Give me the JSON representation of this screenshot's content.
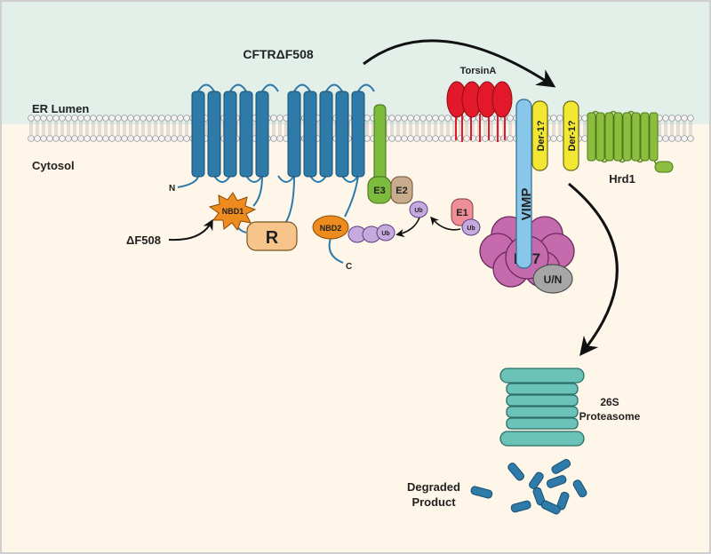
{
  "regions": {
    "lumen_label": "ER Lumen",
    "cytosol_label": "Cytosol"
  },
  "colors": {
    "lumen": "#e3efe9",
    "cytosol": "#fdf6e9",
    "cftr": "#2e7aa8",
    "e3": "#7dbb3c",
    "e2": "#c9ab8e",
    "e1": "#ee8f98",
    "ub": "#c6a9de",
    "torsin": "#e2192b",
    "vimp": "#89c7ea",
    "der": "#f2e733",
    "hrd1": "#8cbd3e",
    "p97": "#c66aae",
    "un": "#a6a6a6",
    "proteasome": "#6bc2b8",
    "nbd": "#ee8b1e",
    "r_domain": "#f7c48b",
    "fragments": "#2e7aa8"
  },
  "cftr": {
    "title": "CFTRΔF508",
    "n_terminus": "N",
    "c_terminus": "C",
    "nbd1": "NBD1",
    "nbd2": "NBD2",
    "r_domain": "R",
    "mutation": "ΔF508"
  },
  "ubiquitination": {
    "e3": "E3",
    "e2": "E2",
    "e1": "E1",
    "ub": "Ub"
  },
  "machinery": {
    "torsin": "TorsinA",
    "vimp": "VIMP",
    "der1_a": "Der-1?",
    "der1_b": "Der-1?",
    "hrd1": "Hrd1",
    "p97": "P97",
    "un": "U/N"
  },
  "proteasome": {
    "line1": "26S",
    "line2": "Proteasome"
  },
  "product": {
    "line1": "Degraded",
    "line2": "Product"
  },
  "icons": [
    "curved-arrow-icon",
    "ubiquitin-icon",
    "starburst-icon"
  ]
}
